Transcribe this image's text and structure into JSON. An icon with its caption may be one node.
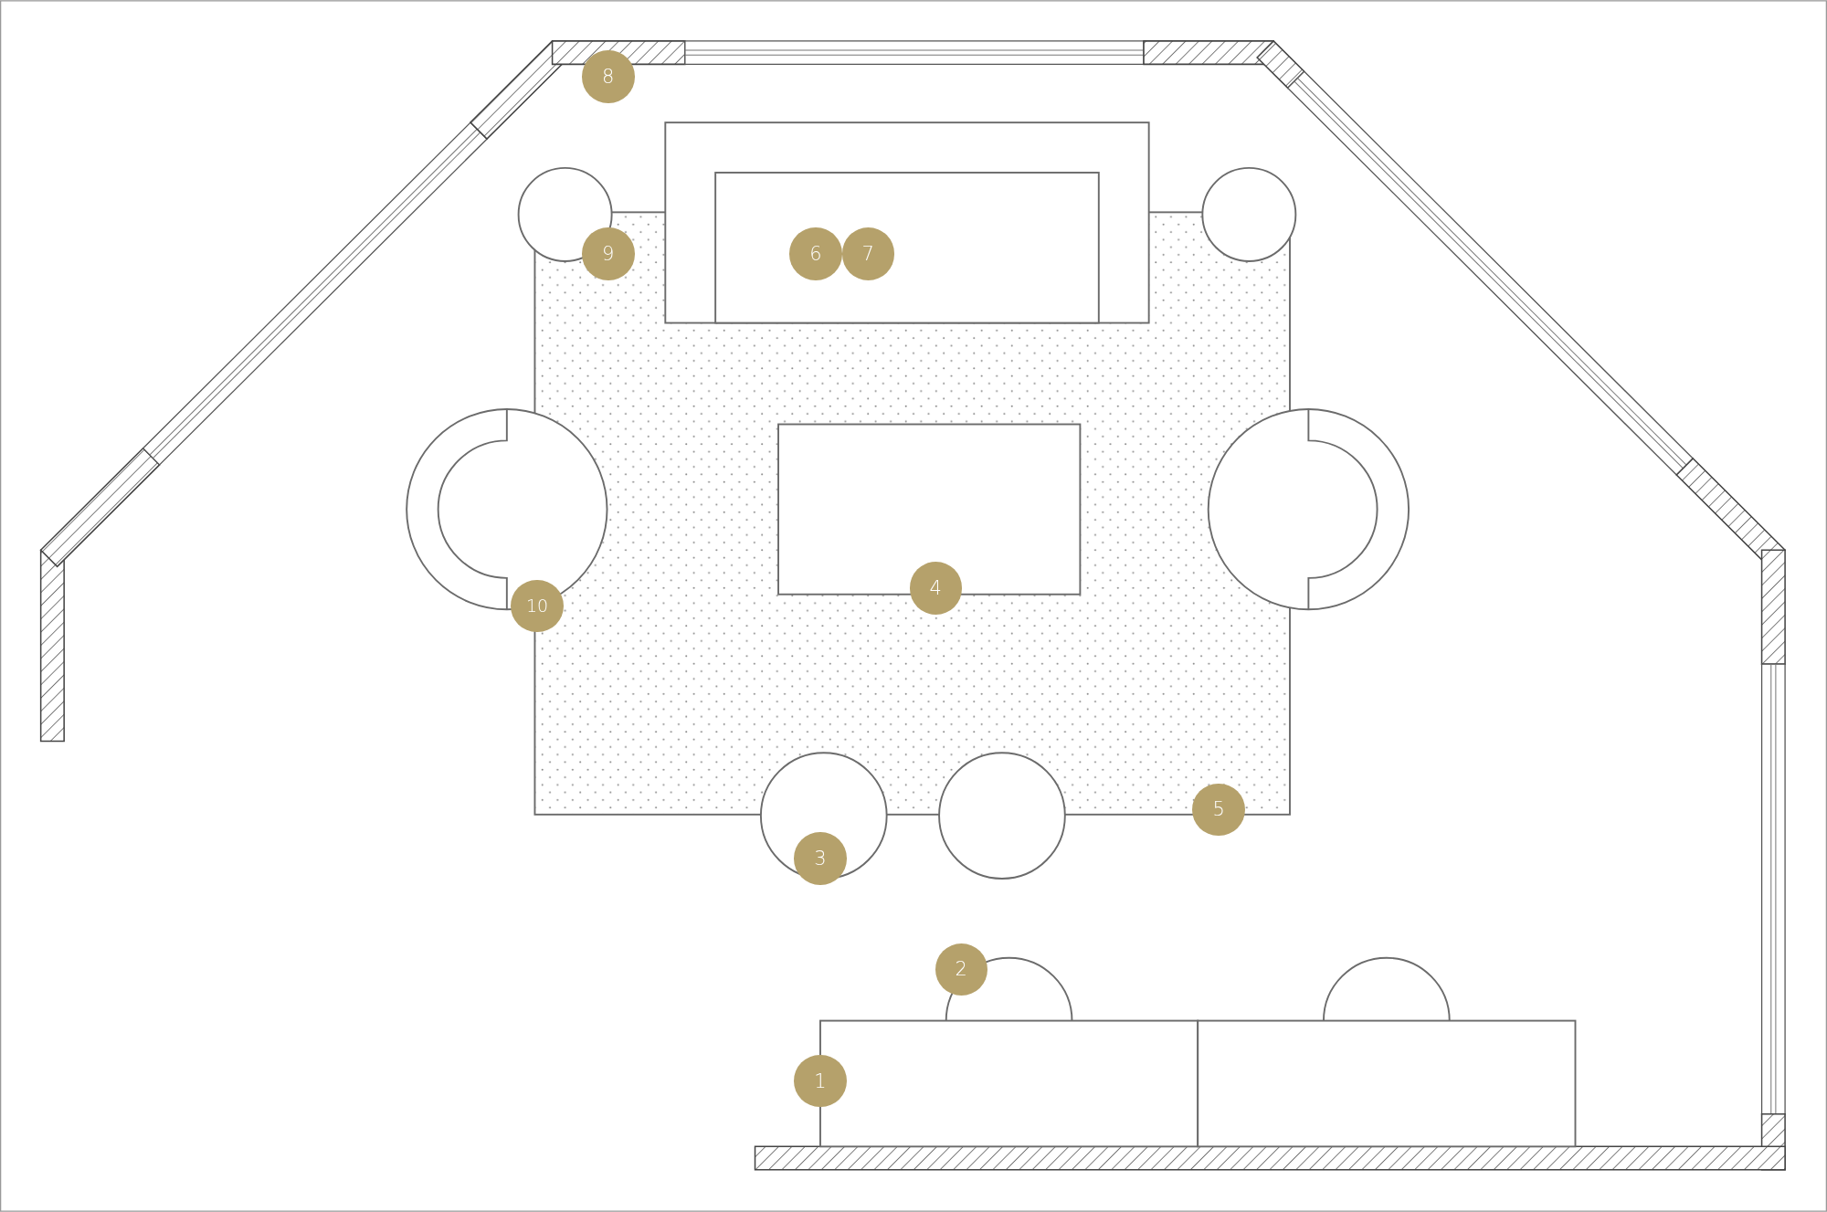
{
  "diagram": {
    "labels": [
      "8",
      "9",
      "6",
      "7",
      "4",
      "10",
      "5",
      "3",
      "2",
      "1"
    ]
  }
}
